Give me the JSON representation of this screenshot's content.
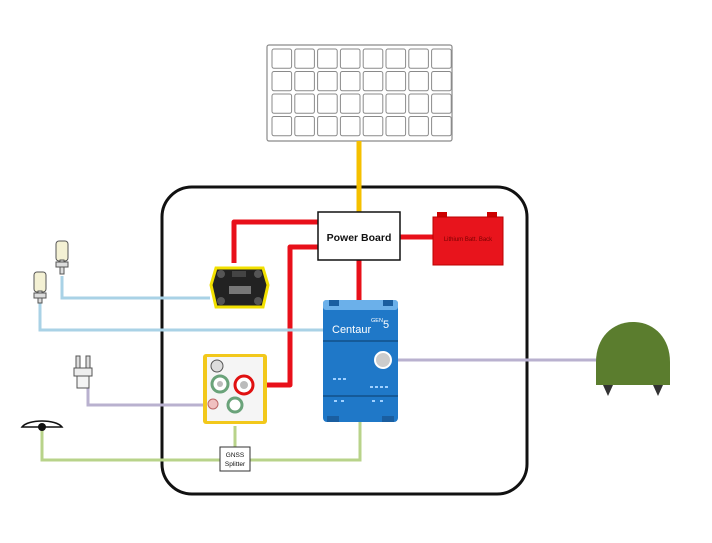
{
  "power_board": {
    "label": "Power Board"
  },
  "battery": {
    "label": "Lithium Batt. Back"
  },
  "digitizer": {
    "brand": "Centaur",
    "gen": "GEN",
    "gen_num": "5"
  },
  "gnss_splitter": {
    "line1": "GNSS",
    "line2": "Splitter"
  },
  "colors": {
    "power_wire": "#e8101a",
    "solar_wire": "#f5c000",
    "data_wire": "#a9d2e6",
    "gnss_wire": "#b8d38a",
    "sensor_wire": "#b9b1cf",
    "digitizer_blue": "#1f78c8",
    "battery_red": "#e8141c",
    "sensor_green": "#5b7d2e",
    "controller_yellow": "#f2c81b"
  }
}
